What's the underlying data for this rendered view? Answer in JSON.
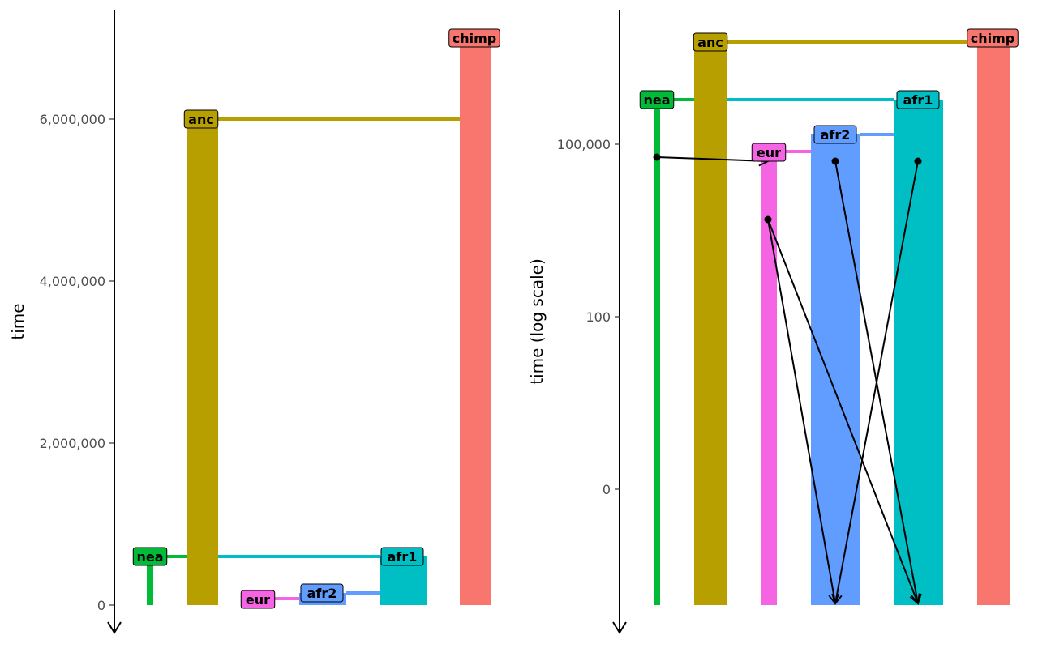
{
  "chart_data": [
    {
      "type": "tree",
      "scale": "linear",
      "ylabel": "time",
      "ylim": [
        7300000,
        -350000
      ],
      "yticks": [
        {
          "value": 0,
          "label": "0"
        },
        {
          "value": 2000000,
          "label": "2,000,000"
        },
        {
          "value": 4000000,
          "label": "4,000,000"
        },
        {
          "value": 6000000,
          "label": "6,000,000"
        }
      ],
      "populations": [
        {
          "name": "nea",
          "color": "#00BA38",
          "start": 600000,
          "end": 0
        },
        {
          "name": "anc",
          "color": "#B79F00",
          "start": 6000000,
          "end": 0
        },
        {
          "name": "eur",
          "color": "#F564E3",
          "start": 70000,
          "end": 70000
        },
        {
          "name": "afr2",
          "color": "#619CFF",
          "start": 150000,
          "end": 0
        },
        {
          "name": "afr1",
          "color": "#00BFC4",
          "start": 600000,
          "end": 0
        },
        {
          "name": "chimp",
          "color": "#F8766D",
          "start": 7000000,
          "end": 0
        }
      ],
      "splits": [
        {
          "from": "anc",
          "to": "chimp",
          "time": 6000000
        },
        {
          "from": "nea",
          "to": "afr1",
          "time": 600000
        },
        {
          "from": "afr1",
          "to": "afr2",
          "time": 150000
        },
        {
          "from": "afr2",
          "to": "eur",
          "time": 70000
        }
      ]
    },
    {
      "type": "tree",
      "scale": "log",
      "ylabel": "time (log scale)",
      "yticks": [
        {
          "label": "100,000"
        },
        {
          "label": "100"
        },
        {
          "label": "0"
        }
      ],
      "populations": [
        {
          "name": "nea",
          "color": "#00BA38"
        },
        {
          "name": "anc",
          "color": "#B79F00"
        },
        {
          "name": "eur",
          "color": "#F564E3"
        },
        {
          "name": "afr2",
          "color": "#619CFF"
        },
        {
          "name": "afr1",
          "color": "#00BFC4"
        },
        {
          "name": "chimp",
          "color": "#F8766D"
        }
      ],
      "splits": [
        {
          "from": "anc",
          "to": "chimp"
        },
        {
          "from": "nea",
          "to": "afr1"
        },
        {
          "from": "afr1",
          "to": "afr2"
        },
        {
          "from": "afr2",
          "to": "eur"
        }
      ],
      "gene_flow": [
        {
          "from": "nea",
          "to": "eur"
        },
        {
          "from": "eur",
          "to": "afr2"
        },
        {
          "from": "eur",
          "to": "afr1"
        },
        {
          "from": "afr2",
          "to": "afr1"
        },
        {
          "from": "afr1",
          "to": "afr2"
        }
      ]
    }
  ]
}
